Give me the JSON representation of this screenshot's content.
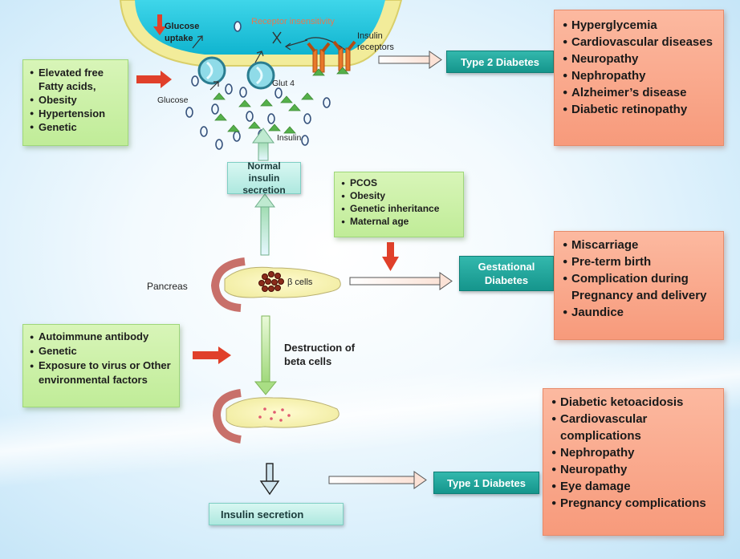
{
  "cell": {
    "glucose_uptake_label": "Glucose uptake",
    "receptor_insensitivity_label": "Receptor insensitivity",
    "insulin_receptors_label": "Insulin receptors",
    "glut4_label": "Glut 4",
    "glucose_label": "Glucose",
    "insulin_label": "Insulin"
  },
  "type2": {
    "risk_factors": [
      "Elevated free Fatty acids,",
      "Obesity",
      "Hypertension",
      "Genetic"
    ],
    "label": "Type 2 Diabetes",
    "complications": [
      "Hyperglycemia",
      "Cardiovascular diseases",
      "Neuropathy",
      "Nephropathy",
      "Alzheimer’s disease",
      "Diabetic retinopathy"
    ]
  },
  "normal_secretion_label": "Normal insulin secretion",
  "gestational": {
    "risk_factors": [
      "PCOS",
      "Obesity",
      "Genetic inheritance",
      "Maternal age"
    ],
    "label": "Gestational Diabetes",
    "complications": [
      "Miscarriage",
      "Pre-term birth",
      "Complication during Pregnancy and delivery",
      "Jaundice"
    ]
  },
  "pancreas_label": "Pancreas",
  "beta_cells_label": "β cells",
  "type1": {
    "risk_factors": [
      "Autoimmune antibody",
      "Genetic",
      "Exposure to virus or Other environmental factors"
    ],
    "destruction_label": "Destruction of beta cells",
    "secretion_label": "Insulin secretion",
    "label": "Type 1 Diabetes",
    "complications": [
      "Diabetic ketoacidosis",
      "Cardiovascular complications",
      "Nephropathy",
      "Neuropathy",
      "Eye damage",
      "Pregnancy complications"
    ]
  },
  "colors": {
    "green_box": "#c0ec98",
    "orange_box": "#f79a7b",
    "teal_label": "#15958c",
    "red_arrow": "#e0402a",
    "insulin_triangle": "#55b04a",
    "cell_fill": "#18c3dc"
  }
}
